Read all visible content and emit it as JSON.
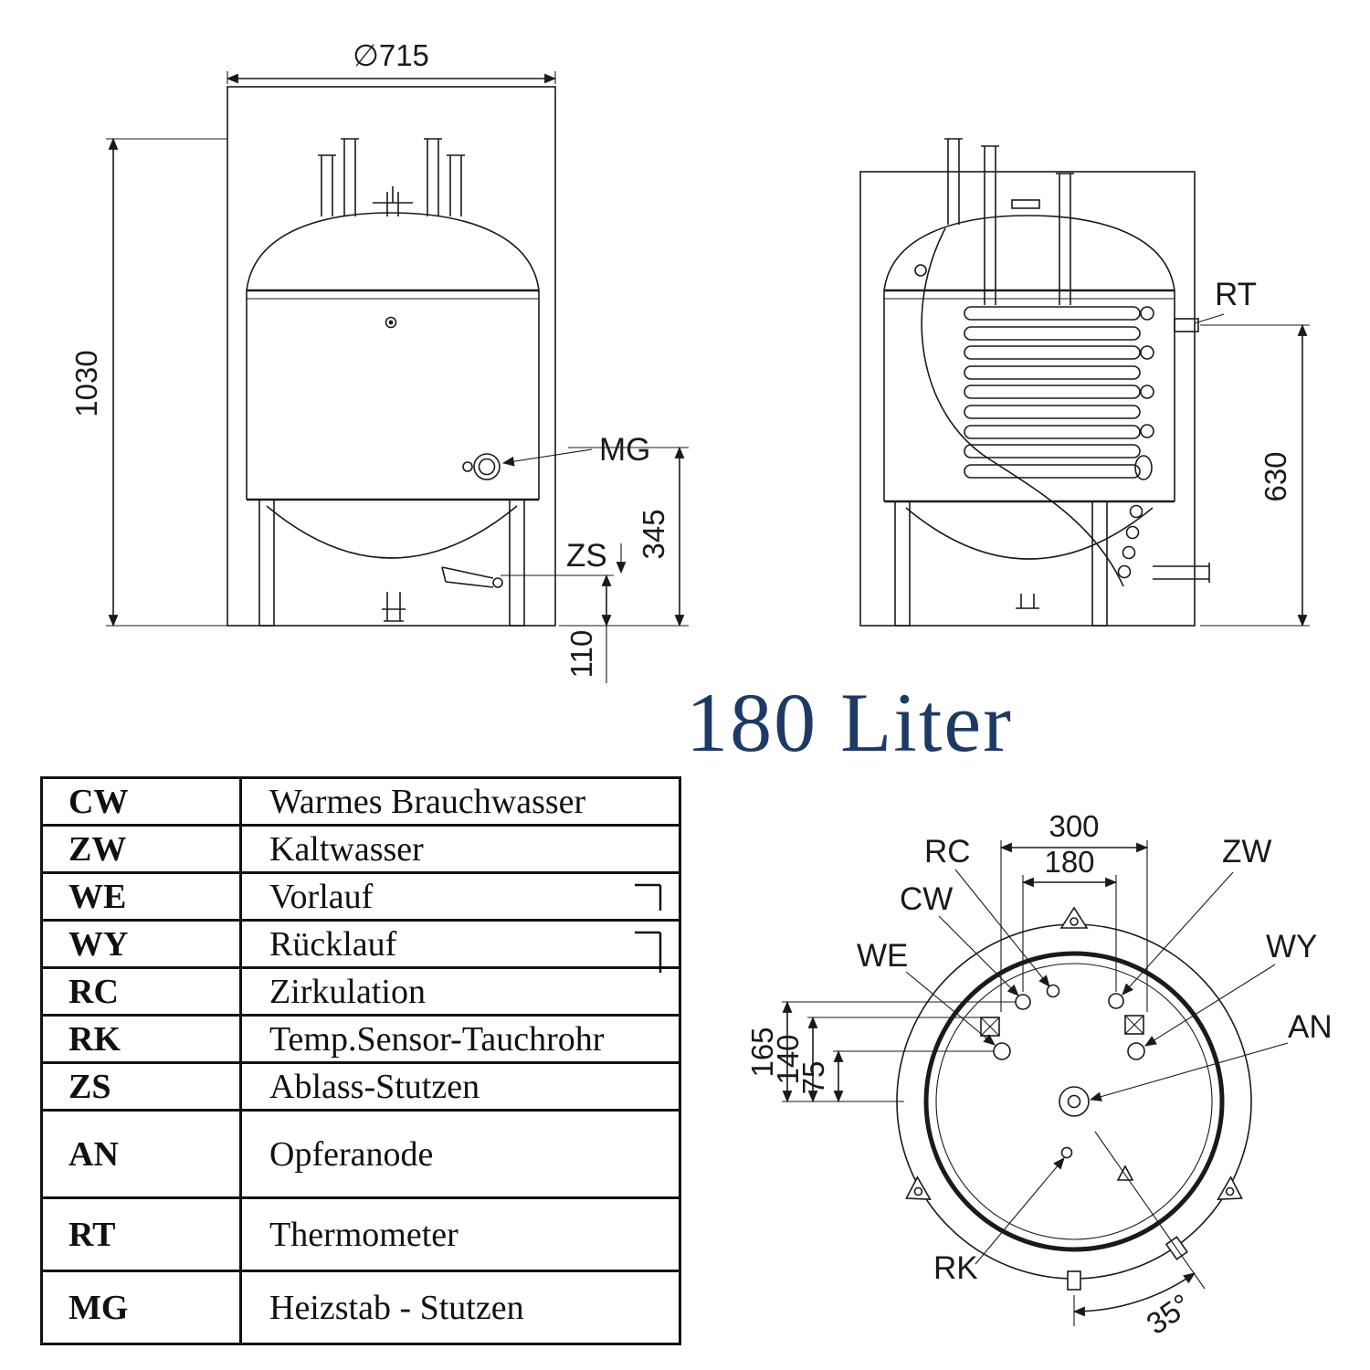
{
  "title": "180 Liter",
  "front_view": {
    "dim_diameter": "∅715",
    "dim_total_height": "1030",
    "dim_mg_height": "345",
    "dim_drain_height": "110",
    "label_mg": "MG",
    "label_zs": "ZS"
  },
  "side_view": {
    "label_rt": "RT",
    "dim_rt_height": "630"
  },
  "top_view": {
    "dim_width_outer": "300",
    "dim_width_inner": "180",
    "dim_left_1": "165",
    "dim_left_2": "140",
    "dim_left_3": "75",
    "dim_angle": "35°",
    "label_rc": "RC",
    "label_cw": "CW",
    "label_zw": "ZW",
    "label_we": "WE",
    "label_wy": "WY",
    "label_an": "AN",
    "label_rk": "RK"
  },
  "legend": {
    "rows": [
      {
        "code": "CW",
        "desc": "Warmes Brauchwasser"
      },
      {
        "code": "ZW",
        "desc": "Kaltwasser"
      },
      {
        "code": "WE",
        "desc": "Vorlauf"
      },
      {
        "code": "WY",
        "desc": "Rücklauf"
      },
      {
        "code": "RC",
        "desc": "Zirkulation"
      },
      {
        "code": "RK",
        "desc": "Temp.Sensor-Tauchrohr"
      },
      {
        "code": "ZS",
        "desc": "Ablass-Stutzen"
      },
      {
        "code": "AN",
        "desc": "Opferanode"
      },
      {
        "code": "RT",
        "desc": "Thermometer"
      },
      {
        "code": "MG",
        "desc": "Heizstab - Stutzen"
      }
    ]
  },
  "colors": {
    "title": "#1d3a66",
    "line": "#1a1a1a"
  }
}
